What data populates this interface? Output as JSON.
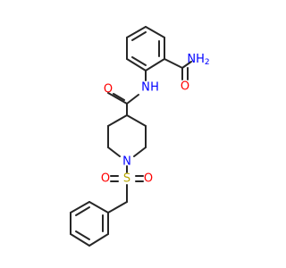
{
  "colors": {
    "bond": "#262626",
    "oxygen": "#ff0000",
    "nitrogen": "#0000ff",
    "sulfur": "#b8a800",
    "background": "#ffffff"
  },
  "atoms": {
    "amide_o_right": "O",
    "amide_nh2": "NH",
    "amide_nh2_sub": "2",
    "carboxamide_o": "O",
    "carboxamide_nh": "N",
    "carboxamide_nh_h": "H",
    "ring_n": "N",
    "sulfonyl_s": "S",
    "sulfonyl_o_left": "O",
    "sulfonyl_o_right": "O"
  }
}
